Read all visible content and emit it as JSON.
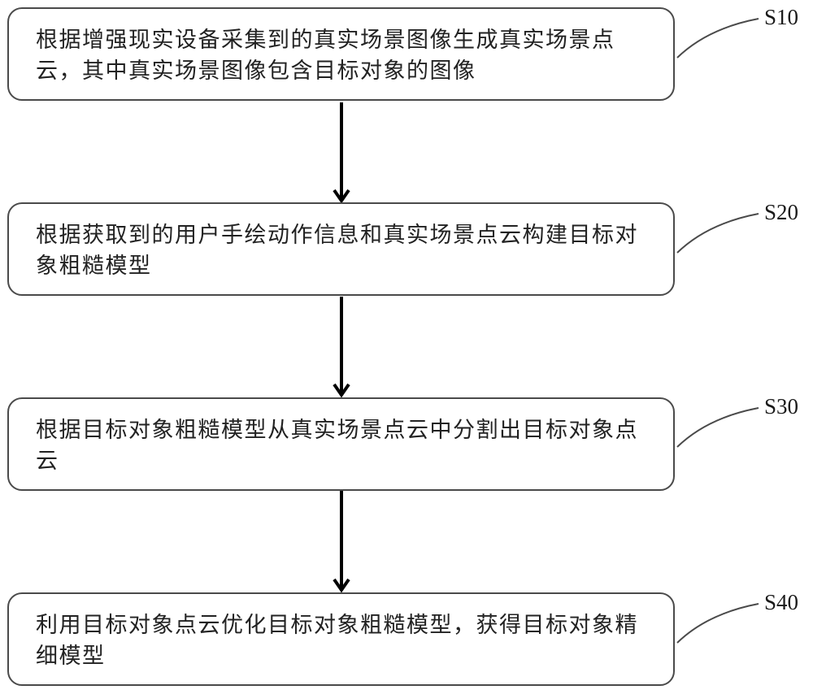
{
  "steps": [
    {
      "label": "S10",
      "text": "根据增强现实设备采集到的真实场景图像生成真实场景点云，其中真实场景图像包含目标对象的图像"
    },
    {
      "label": "S20",
      "text": "根据获取到的用户手绘动作信息和真实场景点云构建目标对象粗糙模型"
    },
    {
      "label": "S30",
      "text": "根据目标对象粗糙模型从真实场景点云中分割出目标对象点云"
    },
    {
      "label": "S40",
      "text": "利用目标对象点云优化目标对象粗糙模型，获得目标对象精细模型"
    }
  ]
}
